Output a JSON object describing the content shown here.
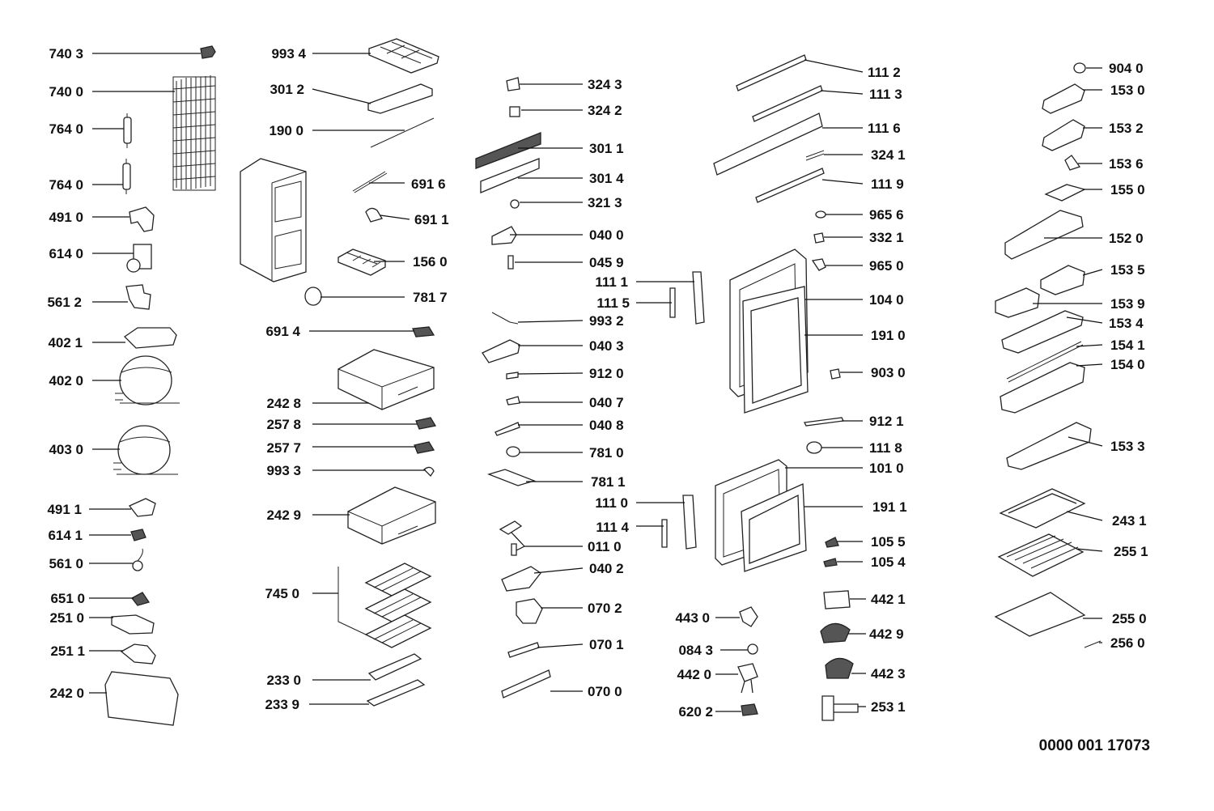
{
  "reference": "0000 001 17073",
  "labels": [
    "740 3",
    "740 0",
    "764 0",
    "764 0",
    "491 0",
    "614 0",
    "561 2",
    "402 1",
    "402 0",
    "403 0",
    "491 1",
    "614 1",
    "561 0",
    "651 0",
    "251 0",
    "251 1",
    "242 0",
    "993 4",
    "301 2",
    "190 0",
    "691 6",
    "691 1",
    "156 0",
    "781 7",
    "691 4",
    "242 8",
    "257 8",
    "257 7",
    "993 3",
    "242 9",
    "745 0",
    "233 0",
    "233 9",
    "324 3",
    "324 2",
    "301 1",
    "301 4",
    "321 3",
    "040 0",
    "045 9",
    "993 2",
    "040 3",
    "912 0",
    "040 7",
    "040 8",
    "781 0",
    "781 1",
    "011 0",
    "040 2",
    "070 2",
    "070 1",
    "070 0",
    "111 1",
    "111 5",
    "111 0",
    "111 4",
    "443 0",
    "084 3",
    "442 0",
    "620 2",
    "111 2",
    "111 3",
    "111 6",
    "324 1",
    "111 9",
    "965 6",
    "332 1",
    "965 0",
    "104 0",
    "191 0",
    "903 0",
    "912 1",
    "111 8",
    "101 0",
    "191 1",
    "105 5",
    "105 4",
    "442 1",
    "442 9",
    "442 3",
    "253 1",
    "904 0",
    "153 0",
    "153 2",
    "153 6",
    "155 0",
    "152 0",
    "153 5",
    "153 9",
    "153 4",
    "154 1",
    "154 0",
    "153 3",
    "243 1",
    "255 1",
    "255 0",
    "256 0"
  ]
}
